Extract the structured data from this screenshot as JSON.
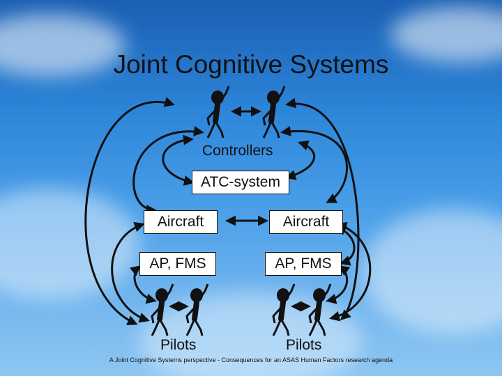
{
  "title": "Joint Cognitive Systems",
  "labels": {
    "controllers": "Controllers",
    "atc": "ATC-system",
    "aircraft_left": "Aircraft",
    "aircraft_right": "Aircraft",
    "ap_left": "AP, FMS",
    "ap_right": "AP, FMS",
    "pilots_left": "Pilots",
    "pilots_right": "Pilots"
  },
  "footer": "A Joint Cognitive Systems perspective - Consequences for an ASAS Human Factors research agenda",
  "colors": {
    "sky_top": "#1a5fb4",
    "sky_bottom": "#8ec6f2",
    "ink": "#111111",
    "box_fill": "#ffffff"
  }
}
